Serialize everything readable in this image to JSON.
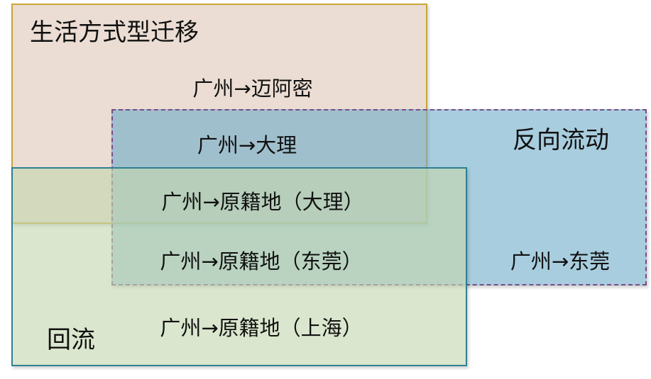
{
  "regions": {
    "lifestyle": {
      "title": "生活方式型迁移"
    },
    "reverse": {
      "title": "反向流动"
    },
    "return": {
      "title": "回流"
    }
  },
  "routes": {
    "miami": "广州→迈阿密",
    "dali": "广州→大理",
    "origin_dali": "广州→原籍地（大理）",
    "origin_dongguan": "广州→原籍地（东莞）",
    "dongguan": "广州→东莞",
    "origin_shanghai": "广州→原籍地（上海）"
  },
  "colors": {
    "lifestyle_fill": "#dec8b8",
    "lifestyle_border": "#c9a53a",
    "reverse_fill": "#6eacc8",
    "reverse_border": "#7a4b86",
    "return_fill": "#c4d6af",
    "return_border": "#2f7f92"
  }
}
